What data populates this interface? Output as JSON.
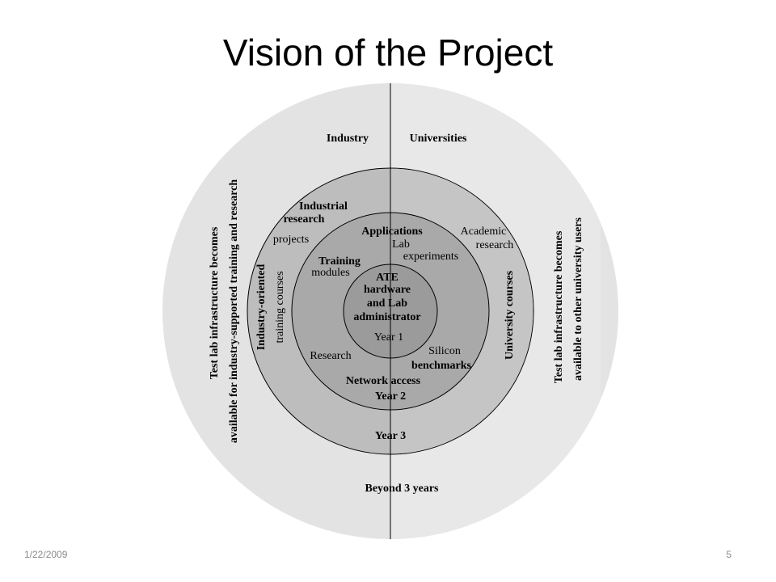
{
  "slide": {
    "title": "Vision of the Project",
    "date": "1/22/2009",
    "page_number": "5"
  },
  "colors": {
    "outer_ring": "#e3e3e3",
    "outer_ring_right": "#e8e8e8",
    "ring_year3": "#bdbdbd",
    "ring_year3_right": "#c5c5c5",
    "ring_year2": "#a9a9a9",
    "core": "#9b9b9b",
    "stroke": "#000000"
  },
  "diagram": {
    "left_label": "Industry",
    "right_label": "Universities",
    "outer_left_line1": "Test lab infrastructure becomes",
    "outer_left_line2": "available for industry-supported training and research",
    "outer_right_line1": "Test lab infrastructure becomes",
    "outer_right_line2": "available to other university users",
    "industrial_research": [
      "Industrial",
      "research",
      "projects"
    ],
    "industry_training": [
      "Industry-oriented",
      "training courses"
    ],
    "academic_research": [
      "Academic",
      "research"
    ],
    "university_courses": "University courses",
    "applications": "Applications",
    "lab_experiments": [
      "Lab",
      "experiments"
    ],
    "training_modules": [
      "Training",
      "modules"
    ],
    "research": "Research",
    "silicon_benchmarks": [
      "Silicon",
      "benchmarks"
    ],
    "network_access": "Network access",
    "core": [
      "ATE",
      "hardware",
      "and Lab",
      "administrator"
    ],
    "year1": "Year 1",
    "year2": "Year 2",
    "year3": "Year 3",
    "beyond": "Beyond 3 years"
  }
}
